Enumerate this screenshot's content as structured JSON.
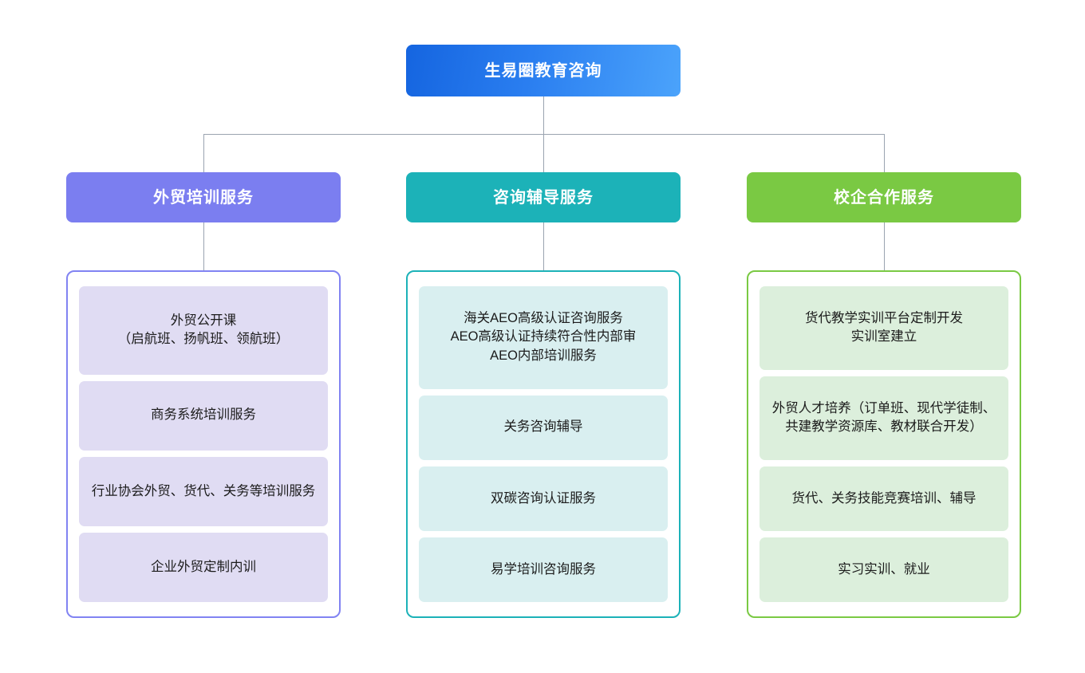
{
  "diagram": {
    "type": "organizational-tree",
    "root": {
      "label": "生易圈教育咨询",
      "color": "#2a7ef0"
    },
    "connector_color": "#9aa4b0",
    "branches": [
      {
        "id": "foreign-trade-training",
        "header": "外贸培训服务",
        "header_color": "#7b7ef0",
        "border_color": "#8183f2",
        "card_color": "#e0dcf3",
        "items": [
          "外贸公开课\n（启航班、扬帆班、领航班）",
          "商务系统培训服务",
          "行业协会外贸、货代、关务等培训服务",
          "企业外贸定制内训"
        ]
      },
      {
        "id": "consulting-coaching",
        "header": "咨询辅导服务",
        "header_color": "#1cb2b8",
        "border_color": "#1cb2b8",
        "card_color": "#d9eff0",
        "items": [
          "海关AEO高级认证咨询服务\nAEO高级认证持续符合性内部审\nAEO内部培训服务",
          "关务咨询辅导",
          "双碳咨询认证服务",
          "易学培训咨询服务"
        ]
      },
      {
        "id": "school-enterprise-cooperation",
        "header": "校企合作服务",
        "header_color": "#7ac943",
        "border_color": "#7ac943",
        "card_color": "#dcefdc",
        "items": [
          "货代教学实训平台定制开发\n实训室建立",
          "外贸人才培养（订单班、现代学徒制、共建教学资源库、教材联合开发）",
          "货代、关务技能竞赛培训、辅导",
          "实习实训、就业"
        ]
      }
    ]
  }
}
